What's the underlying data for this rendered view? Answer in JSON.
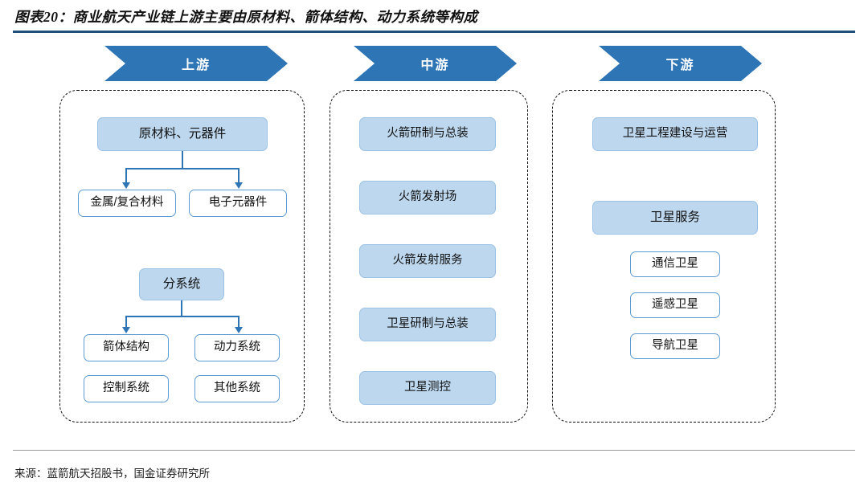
{
  "header": {
    "title": "图表20：商业航天产业链上游主要由原材料、箭体结构、动力系统等构成"
  },
  "footer": {
    "source": "来源：蓝箭航天招股书，国金证券研究所"
  },
  "colors": {
    "accent": "#2e75b6",
    "rule": "#1f4e79",
    "node_fill": "#bdd7ee",
    "node_border": "#5b9bd5",
    "dash_border": "#111111"
  },
  "columns": [
    {
      "id": "upstream",
      "header": "上游",
      "nodes": [
        {
          "id": "raw-materials",
          "label": "原材料、元器件",
          "style": "fill"
        },
        {
          "id": "metal-composite",
          "label": "金属/复合材料",
          "style": "outline"
        },
        {
          "id": "electronic-components",
          "label": "电子元器件",
          "style": "outline"
        },
        {
          "id": "subsystems",
          "label": "分系统",
          "style": "fill"
        },
        {
          "id": "rocket-structure",
          "label": "箭体结构",
          "style": "outline"
        },
        {
          "id": "power-system",
          "label": "动力系统",
          "style": "outline"
        },
        {
          "id": "control-system",
          "label": "控制系统",
          "style": "outline"
        },
        {
          "id": "other-system",
          "label": "其他系统",
          "style": "outline"
        }
      ]
    },
    {
      "id": "midstream",
      "header": "中游",
      "nodes": [
        {
          "id": "rocket-development-assembly",
          "label": "火箭研制与总装",
          "style": "fill"
        },
        {
          "id": "launch-site",
          "label": "火箭发射场",
          "style": "fill"
        },
        {
          "id": "launch-service",
          "label": "火箭发射服务",
          "style": "fill"
        },
        {
          "id": "satellite-development-assembly",
          "label": "卫星研制与总装",
          "style": "fill"
        },
        {
          "id": "satellite-tracking",
          "label": "卫星测控",
          "style": "fill"
        }
      ]
    },
    {
      "id": "downstream",
      "header": "下游",
      "nodes": [
        {
          "id": "satellite-engineering-operation",
          "label": "卫星工程建设与运营",
          "style": "fill"
        },
        {
          "id": "satellite-service",
          "label": "卫星服务",
          "style": "fill"
        },
        {
          "id": "communication-satellite",
          "label": "通信卫星",
          "style": "outline"
        },
        {
          "id": "remote-sensing-satellite",
          "label": "遥感卫星",
          "style": "outline"
        },
        {
          "id": "navigation-satellite",
          "label": "导航卫星",
          "style": "outline"
        }
      ]
    }
  ]
}
